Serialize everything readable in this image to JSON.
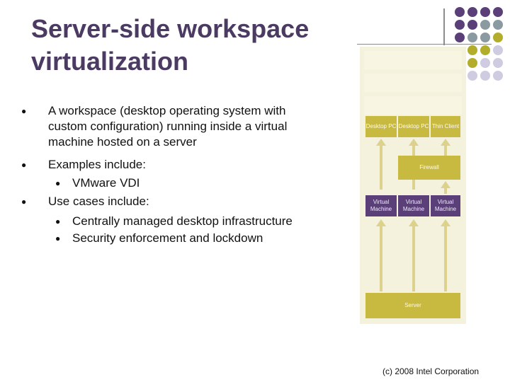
{
  "title": {
    "line1": "Server-side workspace",
    "line2": "virtualization"
  },
  "bullets": {
    "b1_line1": "A workspace (desktop operating system with",
    "b1_line2": "custom configuration) running inside a virtual",
    "b1_line3": "machine hosted on a server",
    "b2": "Examples include:",
    "b2_sub1": "VMware VDI",
    "b3": "Use cases include:",
    "b3_sub1": "Centrally managed desktop infrastructure",
    "b3_sub2": "Security enforcement and lockdown"
  },
  "diagram": {
    "top_boxes": [
      "Desktop PC",
      "Desktop PC",
      "Thin Client"
    ],
    "firewall": "Firewall",
    "vm_boxes": [
      "Virtual Machine",
      "Virtual Machine",
      "Virtual Machine"
    ],
    "server": "Server"
  },
  "footer": "(c) 2008 Intel Corporation",
  "colors": {
    "title": "#4b3a62",
    "purple": "#5b3f78",
    "olive": "#b3ad2c",
    "slate": "#8a9aa0",
    "lilac": "#cfcbe0"
  }
}
